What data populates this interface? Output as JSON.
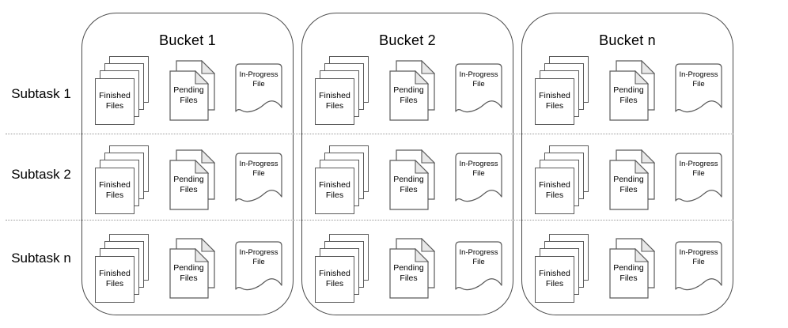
{
  "colors": {
    "background": "#ffffff",
    "text": "#000000",
    "shape_stroke": "#5a5a5a",
    "bucket_stroke": "#4a4a4a",
    "fold_fill": "#e8e8e8",
    "separator": "#999999"
  },
  "subtasks": [
    {
      "label": "Subtask 1"
    },
    {
      "label": "Subtask 2"
    },
    {
      "label": "Subtask n"
    }
  ],
  "buckets": [
    {
      "title": "Bucket 1"
    },
    {
      "title": "Bucket 2"
    },
    {
      "title": "Bucket n"
    }
  ],
  "file_icons": {
    "finished": {
      "label": "Finished Files"
    },
    "pending": {
      "label": "Pending Files"
    },
    "in_progress": {
      "label": "In-Progress File"
    }
  }
}
